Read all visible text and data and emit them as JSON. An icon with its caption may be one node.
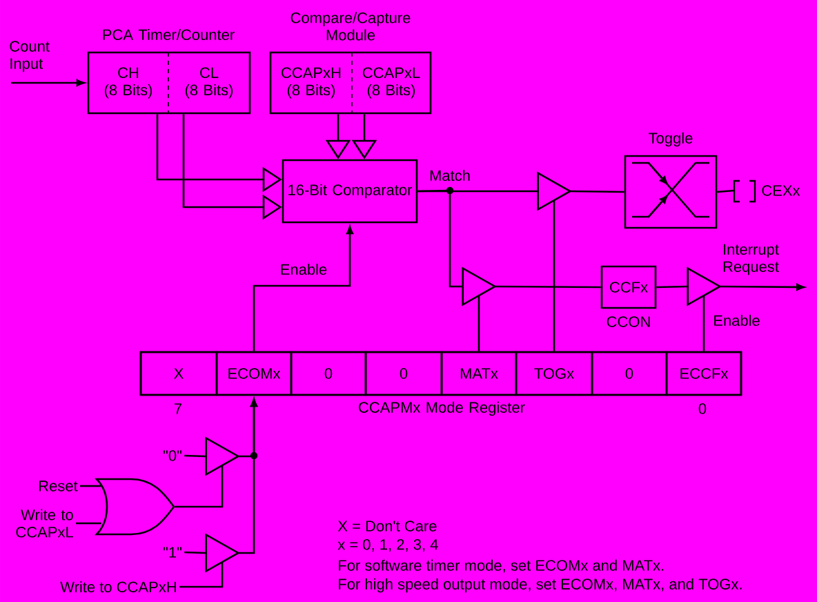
{
  "diagram": {
    "nodes": [
      {
        "text": [
          "PCA Timer/Counter"
        ]
      },
      {
        "text": [
          "CH",
          "(8 Bits)"
        ],
        "in": 0
      },
      {
        "text": [
          "CL",
          "(8 Bits)"
        ],
        "in": 0
      },
      {
        "text": [
          "Compare/Capture Module"
        ]
      },
      {
        "text": [
          "CCAPxH",
          "(8 Bits)"
        ],
        "in": 3
      },
      {
        "text": [
          "CCAPxL",
          "(8 Bits)"
        ],
        "in": 3
      },
      {
        "text": [
          "16-Bit Comparator"
        ]
      },
      {
        "text": [],
        "shape": "triangle"
      },
      {
        "text": [
          "Toggle"
        ]
      },
      {
        "text": [
          "CEXx"
        ]
      },
      {
        "text": [],
        "shape": "triangle"
      },
      {
        "text": [
          "CCFx"
        ],
        "beside": [
          "CCON"
        ]
      },
      {
        "text": [],
        "shape": "triangle"
      },
      {
        "text": [
          "CCAPMx Mode Register"
        ]
      },
      {
        "text": [
          "X"
        ],
        "in": 13
      },
      {
        "text": [
          "ECOMx"
        ],
        "in": 13
      },
      {
        "text": [
          "0"
        ],
        "in": 13
      },
      {
        "text": [
          "0"
        ],
        "in": 13
      },
      {
        "text": [
          "MATx"
        ],
        "in": 13
      },
      {
        "text": [
          "TOGx"
        ],
        "in": 13
      },
      {
        "text": [
          "0"
        ],
        "in": 13
      },
      {
        "text": [
          "ECCFx"
        ],
        "in": 13
      },
      {
        "text": [
          "\"0\""
        ]
      },
      {
        "text": [
          "\"1\""
        ]
      },
      {
        "text": [
          "Reset"
        ]
      },
      {
        "text": [
          "Write to CCAPxL"
        ]
      },
      {
        "text": [
          "Write to CCAPxH"
        ]
      },
      {
        "text": [],
        "shape": "triangle"
      },
      {
        "text": [],
        "shape": "triangle"
      },
      {
        "text": [],
        "shape": "gate"
      }
    ],
    "edges": [
      {
        "from": null,
        "to": 1,
        "arrow": "to",
        "label": "Count Input"
      },
      {
        "from": 1,
        "to": 6,
        "arrow": "to"
      },
      {
        "from": 2,
        "to": 6,
        "arrow": "to"
      },
      {
        "from": 4,
        "to": 6,
        "arrow": "to"
      },
      {
        "from": 5,
        "to": 6,
        "arrow": "to"
      },
      {
        "from": 6,
        "to": 7,
        "arrow": "none",
        "label": "Match"
      },
      {
        "from": 6,
        "to": 10,
        "arrow": "none"
      },
      {
        "from": 7,
        "to": 8,
        "arrow": "none"
      },
      {
        "from": 8,
        "to": 9,
        "arrow": "none"
      },
      {
        "from": 19,
        "to": 7,
        "arrow": "none"
      },
      {
        "from": 18,
        "to": 10,
        "arrow": "none"
      },
      {
        "from": 10,
        "to": 11,
        "arrow": "none"
      },
      {
        "from": 11,
        "to": 12,
        "arrow": "none"
      },
      {
        "from": 12,
        "to": null,
        "arrow": "to",
        "label": "Interrupt Request"
      },
      {
        "from": 21,
        "to": 12,
        "arrow": "none",
        "label": "Enable"
      },
      {
        "from": 15,
        "to": 6,
        "arrow": "to",
        "label": "Enable"
      },
      {
        "from": 22,
        "to": 27,
        "arrow": "none"
      },
      {
        "from": 23,
        "to": 28,
        "arrow": "none"
      },
      {
        "from": 24,
        "to": 29,
        "arrow": "none"
      },
      {
        "from": 25,
        "to": 29,
        "arrow": "none"
      },
      {
        "from": 29,
        "to": 27,
        "arrow": "none"
      },
      {
        "from": 26,
        "to": 28,
        "arrow": "none"
      },
      {
        "from": 27,
        "to": 15,
        "arrow": "to"
      },
      {
        "from": 28,
        "to": 15,
        "arrow": "to"
      }
    ],
    "labels": [
      "7",
      "0",
      "X = Don't Care",
      "x = 0, 1, 2, 3, 4",
      "For software timer mode, set ECOMx and MATx.",
      "For high speed output mode, set ECOMx, MATx, and TOGx."
    ]
  }
}
